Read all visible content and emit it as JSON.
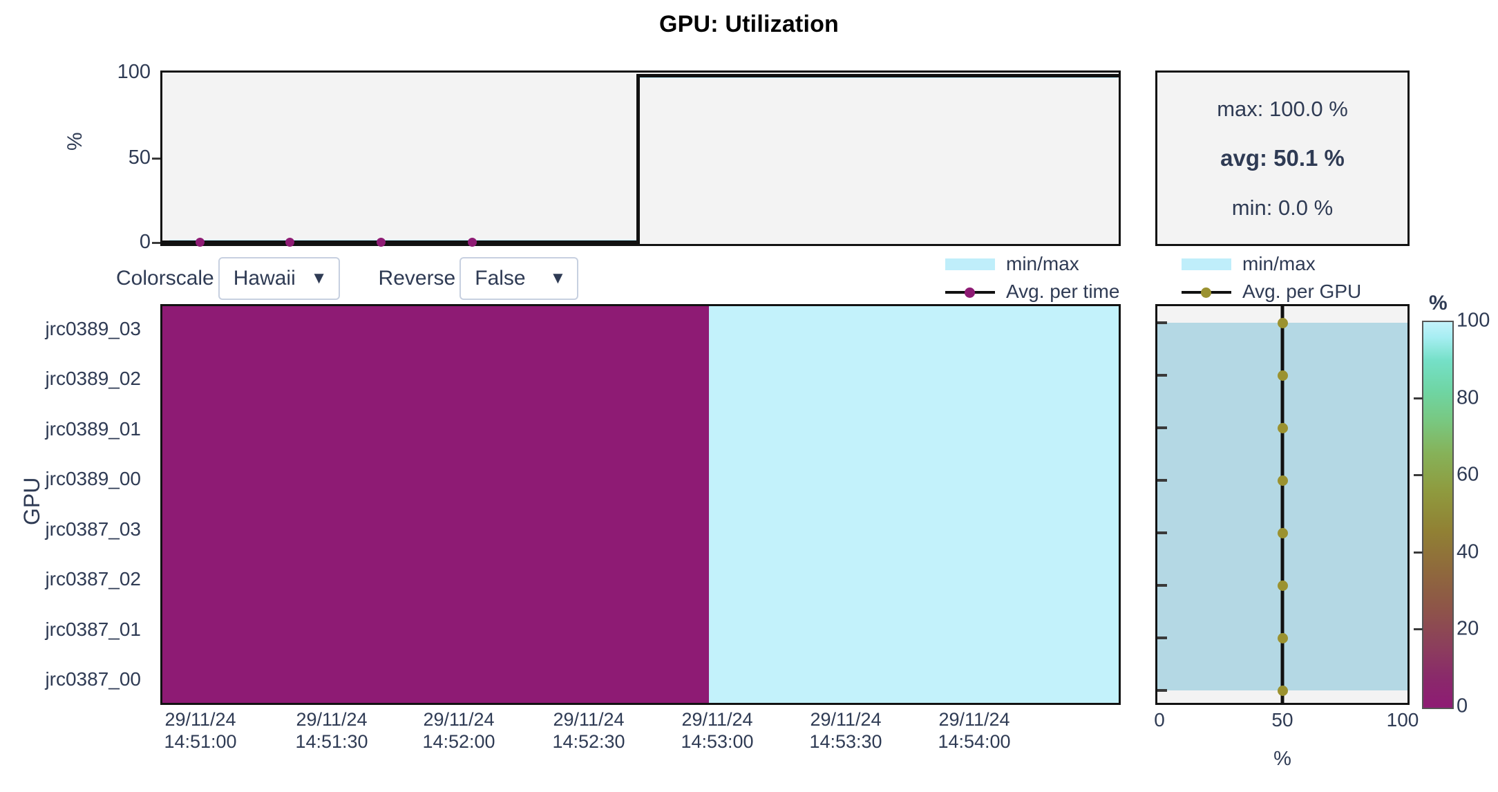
{
  "title": "GPU: Utilization",
  "controls": {
    "colorscale": {
      "label": "Colorscale",
      "value": "Hawaii",
      "caret": "chevron-down-icon"
    },
    "reverse": {
      "label": "Reverse",
      "value": "False",
      "caret": "chevron-down-icon"
    }
  },
  "stats": {
    "max": "max: 100.0 %",
    "avg": "avg: 50.1 %",
    "min": "min: 0.0 %"
  },
  "legend_time": {
    "minmax": "min/max",
    "avg": "Avg. per time"
  },
  "legend_gpu": {
    "minmax": "min/max",
    "avg": "Avg. per GPU"
  },
  "top_chart": {
    "ylabel": "%",
    "yticks": [
      "100",
      "50",
      "0"
    ]
  },
  "heatmap": {
    "ylabel": "GPU",
    "gpus": [
      "jrc0389_03",
      "jrc0389_02",
      "jrc0389_01",
      "jrc0389_00",
      "jrc0387_03",
      "jrc0387_02",
      "jrc0387_01",
      "jrc0387_00"
    ],
    "xticks": [
      {
        "date": "29/11/24",
        "time": "14:51:00"
      },
      {
        "date": "29/11/24",
        "time": "14:51:30"
      },
      {
        "date": "29/11/24",
        "time": "14:52:00"
      },
      {
        "date": "29/11/24",
        "time": "14:52:30"
      },
      {
        "date": "29/11/24",
        "time": "14:53:00"
      },
      {
        "date": "29/11/24",
        "time": "14:53:30"
      },
      {
        "date": "29/11/24",
        "time": "14:54:00"
      }
    ]
  },
  "right_chart": {
    "xticks": [
      "0",
      "50",
      "100"
    ],
    "xlabel": "%"
  },
  "colorbar": {
    "title": "%",
    "ticks": [
      "100",
      "80",
      "60",
      "40",
      "20",
      "0"
    ]
  },
  "colors": {
    "low": "#8e1b74",
    "high": "#bfeefa",
    "minmax_band": "#bfeefa",
    "minmax_band_right": "#b4d8e4",
    "avg_time_marker": "#8e1b74",
    "avg_gpu_marker": "#9b9230",
    "text": "#2f3b54",
    "plot_bg": "#f3f3f3",
    "line": "#111111"
  },
  "chart_data": {
    "type": "heatmap",
    "title": "GPU: Utilization",
    "xlabel": "",
    "ylabel": "GPU",
    "zlabel": "%",
    "zlim": [
      0,
      100
    ],
    "grid": false,
    "colorscale": "Hawaii",
    "colorscale_reversed": false,
    "x": [
      "29/11/24 14:51:00",
      "29/11/24 14:51:30",
      "29/11/24 14:52:00",
      "29/11/24 14:52:30",
      "29/11/24 14:53:00",
      "29/11/24 14:53:30",
      "29/11/24 14:54:00"
    ],
    "y": [
      "jrc0389_03",
      "jrc0389_02",
      "jrc0389_01",
      "jrc0389_00",
      "jrc0387_03",
      "jrc0387_02",
      "jrc0387_01",
      "jrc0387_00"
    ],
    "z": [
      [
        0,
        0,
        0,
        0,
        100,
        100,
        100
      ],
      [
        0,
        0,
        0,
        0,
        100,
        100,
        100
      ],
      [
        0,
        0,
        0,
        0,
        100,
        100,
        100
      ],
      [
        0,
        0,
        0,
        0,
        100,
        100,
        100
      ],
      [
        0,
        0,
        0,
        0,
        100,
        100,
        100
      ],
      [
        0,
        0,
        0,
        0,
        100,
        100,
        100
      ],
      [
        0,
        0,
        0,
        0,
        100,
        100,
        100
      ],
      [
        0,
        0,
        0,
        0,
        100,
        100,
        100
      ]
    ],
    "marginal_top": {
      "type": "line",
      "name": "Avg. per time",
      "ylabel": "%",
      "ylim": [
        0,
        100
      ],
      "yticks": [
        0,
        50,
        100
      ],
      "x": [
        "29/11/24 14:51:00",
        "29/11/24 14:51:30",
        "29/11/24 14:52:00",
        "29/11/24 14:52:30",
        "29/11/24 14:53:00",
        "29/11/24 14:53:30",
        "29/11/24 14:54:00"
      ],
      "values": [
        0,
        0,
        0,
        0,
        100,
        100,
        100
      ],
      "band_name": "min/max",
      "band_min": [
        0,
        0,
        0,
        0,
        100,
        100,
        100
      ],
      "band_max": [
        0,
        0,
        0,
        0,
        100,
        100,
        100
      ]
    },
    "marginal_right": {
      "type": "line",
      "name": "Avg. per GPU",
      "xlabel": "%",
      "xlim": [
        0,
        100
      ],
      "xticks": [
        0,
        50,
        100
      ],
      "categories": [
        "jrc0389_03",
        "jrc0389_02",
        "jrc0389_01",
        "jrc0389_00",
        "jrc0387_03",
        "jrc0387_02",
        "jrc0387_01",
        "jrc0387_00"
      ],
      "values": [
        50.1,
        50.1,
        50.1,
        50.1,
        50.1,
        50.1,
        50.1,
        50.1
      ],
      "band_name": "min/max",
      "band_min": [
        0,
        0,
        0,
        0,
        0,
        0,
        0,
        0
      ],
      "band_max": [
        100,
        100,
        100,
        100,
        100,
        100,
        100,
        100
      ]
    },
    "summary": {
      "max": 100.0,
      "avg": 50.1,
      "min": 0.0,
      "units": "%"
    }
  }
}
